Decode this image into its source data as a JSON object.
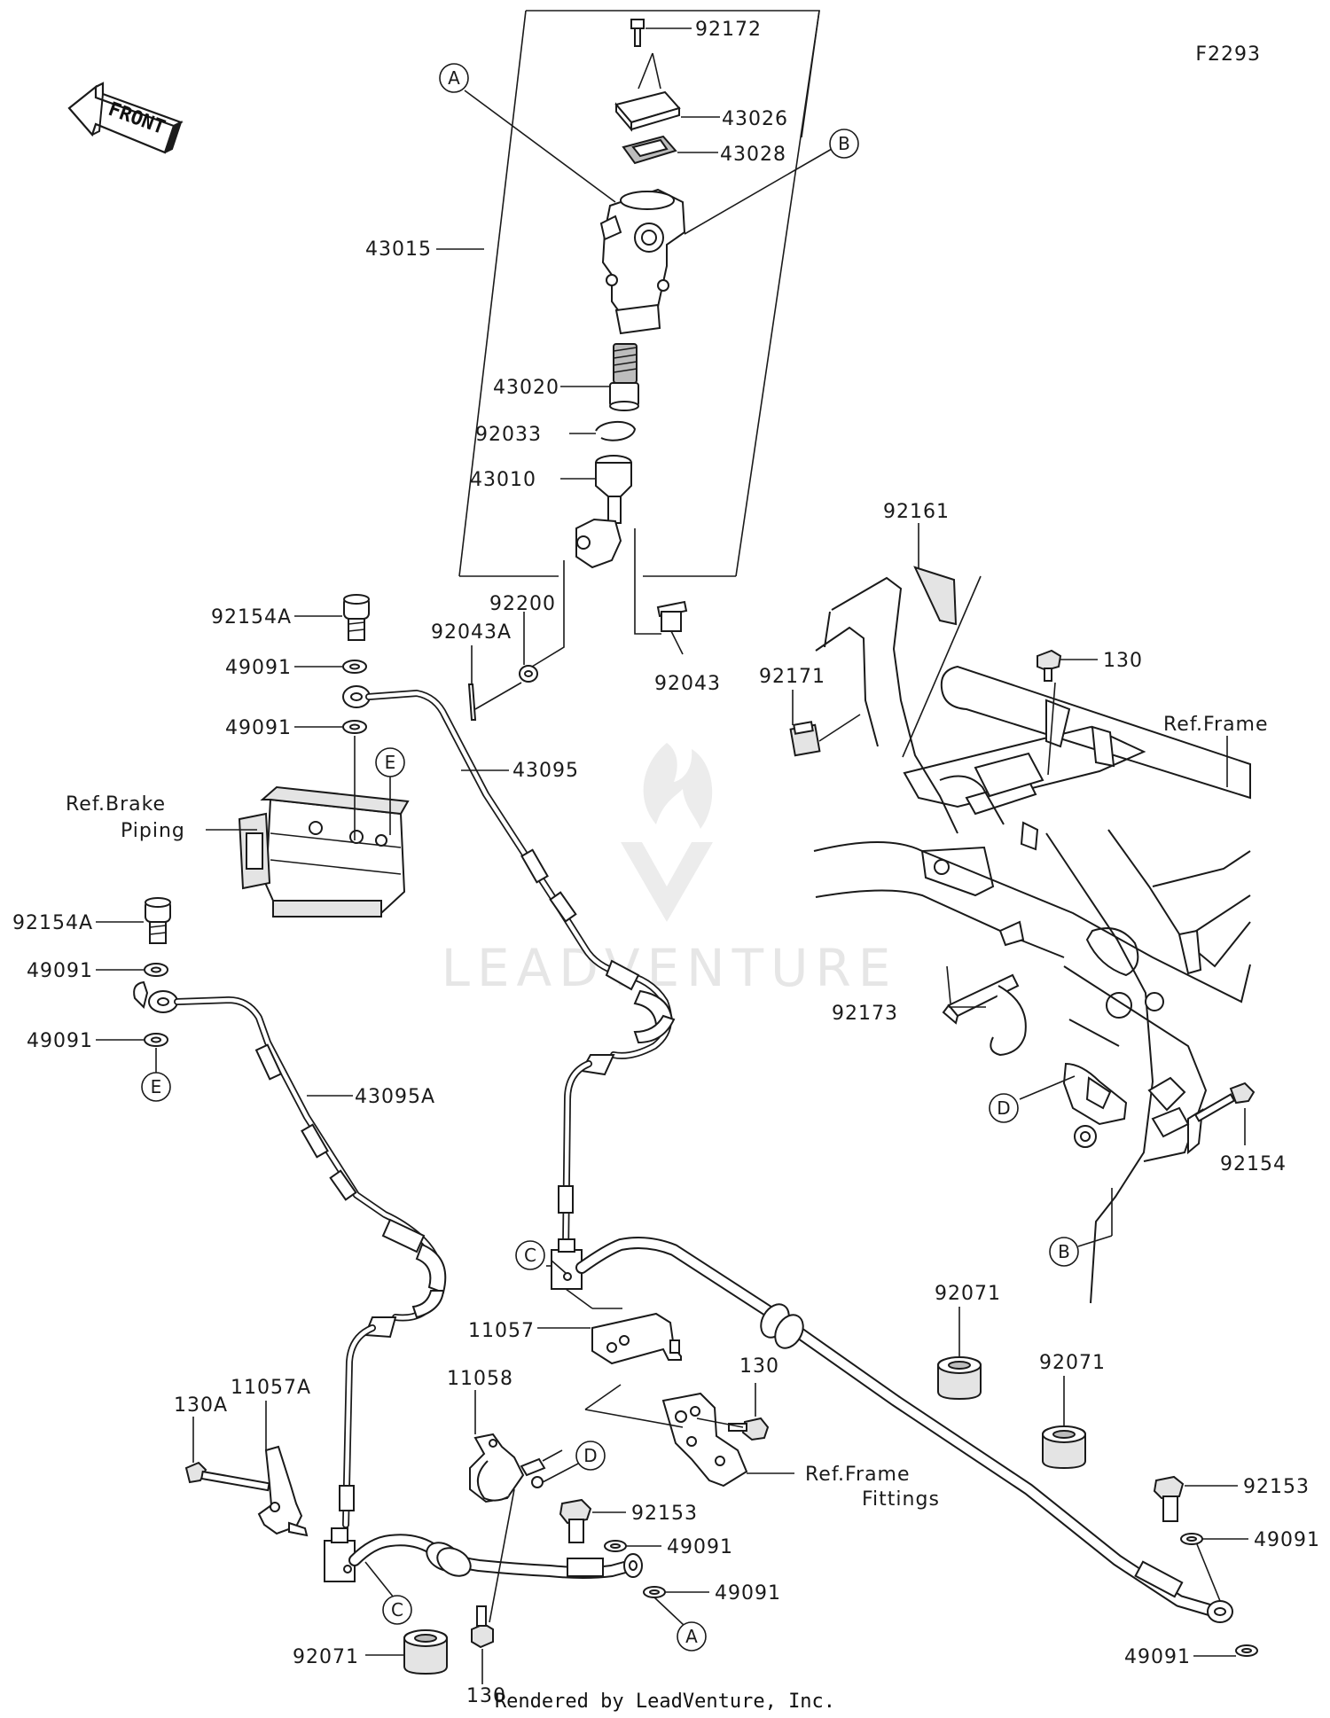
{
  "figure_code": "F2293",
  "front_label": "FRONT",
  "footer": "Rendered by LeadVenture, Inc.",
  "watermark": "LEADVENTURE",
  "part_labels": {
    "p92172": "92172",
    "p43026": "43026",
    "p43028": "43028",
    "p43015": "43015",
    "p43020": "43020",
    "p92033": "92033",
    "p43010": "43010",
    "p92200": "92200",
    "p92043A": "92043A",
    "p92043": "92043",
    "p92154A_top": "92154A",
    "p49091_1": "49091",
    "p49091_2": "49091",
    "p43095": "43095",
    "p92154A_mid": "92154A",
    "p49091_3": "49091",
    "p49091_4": "49091",
    "p43095A": "43095A",
    "p92161": "92161",
    "p130_top": "130",
    "p92171": "92171",
    "p92173": "92173",
    "p92154": "92154",
    "p11057": "11057",
    "p130_mid": "130",
    "p92071_a": "92071",
    "p92071_b": "92071",
    "p11058": "11058",
    "p11057A": "11057A",
    "p130A": "130A",
    "p92153_a": "92153",
    "p49091_5": "49091",
    "p49091_6": "49091",
    "p92153_b": "92153",
    "p49091_7": "49091",
    "p49091_8": "49091",
    "p92071_c": "92071",
    "p130_bot": "130"
  },
  "ref_labels": {
    "ref_frame": "Ref.Frame",
    "ref_brake_line1": "Ref.Brake",
    "ref_brake_line2": "Piping",
    "ref_fittings_line1": "Ref.Frame",
    "ref_fittings_line2": "Fittings"
  },
  "callouts": {
    "A_top": "A",
    "B_top": "B",
    "E_top": "E",
    "E_mid": "E",
    "C_mid": "C",
    "D_right": "D",
    "B_right": "B",
    "D_bot": "D",
    "C_bot": "C",
    "A_bot": "A"
  }
}
